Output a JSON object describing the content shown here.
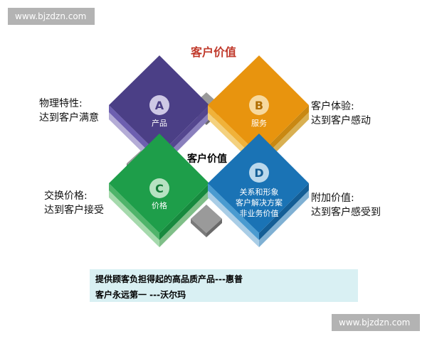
{
  "watermark": {
    "top": "www.bjzdzn.com",
    "bottom": "www.bjzdzn.com"
  },
  "title": "客户价值",
  "center_label": "客户价值",
  "blocks": [
    {
      "letter": "A",
      "lines": [
        "产品"
      ],
      "color": "#4b3f86"
    },
    {
      "letter": "B",
      "lines": [
        "服务"
      ],
      "color": "#e8940e"
    },
    {
      "letter": "C",
      "lines": [
        "价格"
      ],
      "color": "#1e9e4a"
    },
    {
      "letter": "D",
      "lines": [
        "关系和形象",
        "客户解决方案",
        "非业务价值"
      ],
      "color": "#1a73b5"
    }
  ],
  "side_labels": {
    "top_left": [
      "物理特性:",
      "达到客户满意"
    ],
    "top_right": [
      "客户体验:",
      "达到客户感动"
    ],
    "bottom_left": [
      "交换价格:",
      "达到客户接受"
    ],
    "bottom_right": [
      "附加价值:",
      "达到客户感受到"
    ]
  },
  "quotes": [
    "提供顾客负担得起的高品质产品---惠普",
    "客户永远第一  ---沃尔玛"
  ]
}
